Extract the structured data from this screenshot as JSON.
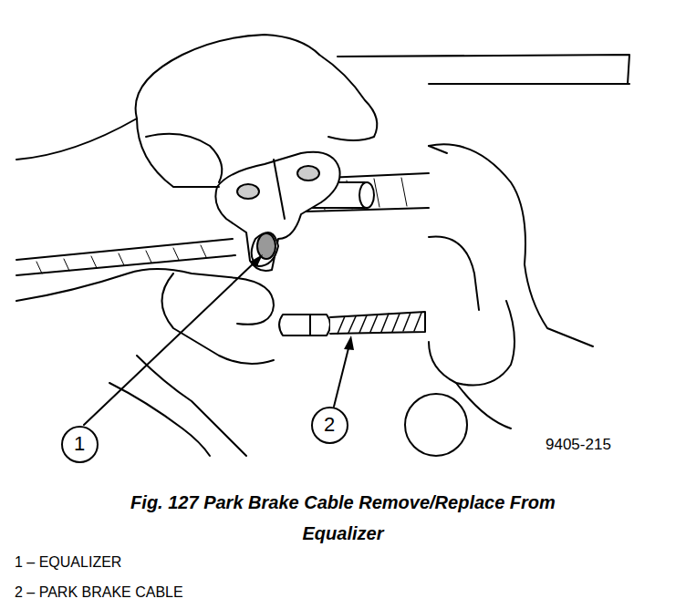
{
  "diagram": {
    "caption": "Fig. 127 Park Brake Cable Remove/Replace From Equalizer",
    "nodes": [
      {
        "text": [
          "1"
        ]
      },
      {
        "text": [
          "2"
        ]
      }
    ],
    "labels": [
      "9405-215",
      "1 – EQUALIZER",
      "2 – PARK BRAKE CABLE"
    ]
  }
}
